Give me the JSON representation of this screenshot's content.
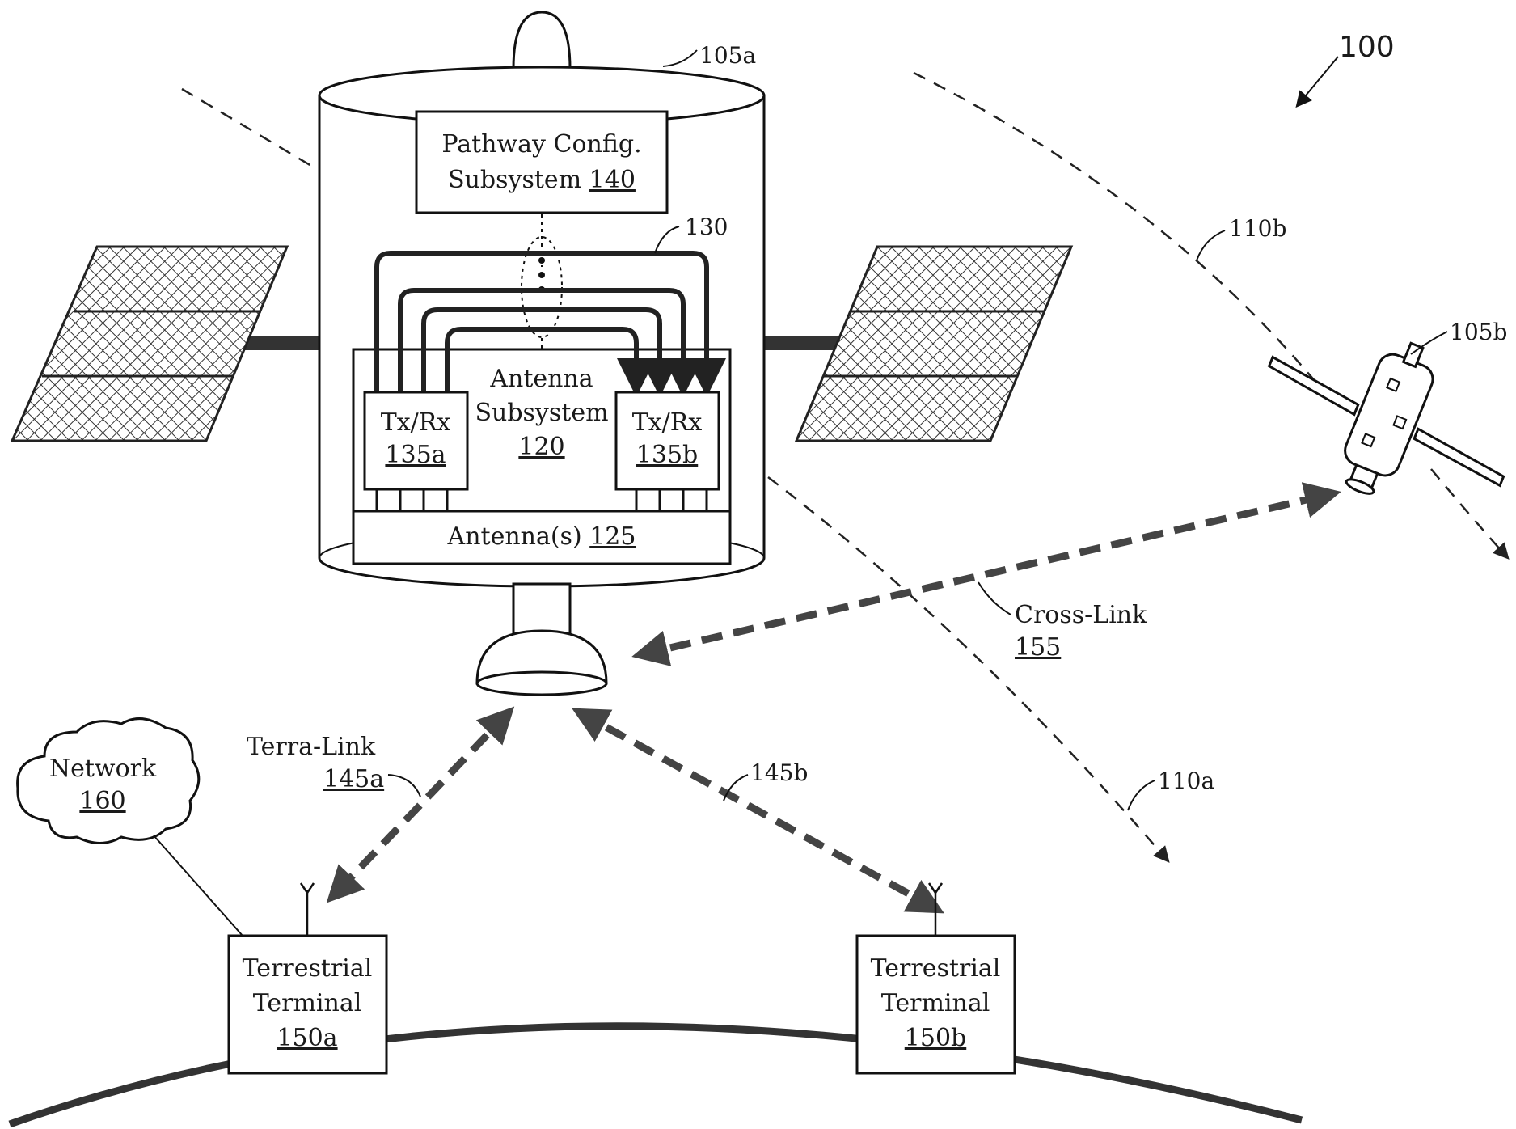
{
  "figure_ref": "100",
  "satellite_a": {
    "ref": "105a",
    "pathway_config": {
      "line1": "Pathway Config.",
      "line2_text": "Subsystem ",
      "line2_ref": "140"
    },
    "bus_ref": "130",
    "antenna_subsystem": {
      "line1": "Antenna",
      "line2": "Subsystem",
      "ref": "120"
    },
    "txrx_a": {
      "label": "Tx/Rx",
      "ref": "135a"
    },
    "txrx_b": {
      "label": "Tx/Rx",
      "ref": "135b"
    },
    "antennas": {
      "text": "Antenna(s) ",
      "ref": "125"
    }
  },
  "satellite_b": {
    "ref": "105b"
  },
  "orbits": {
    "orbit_a": "110a",
    "orbit_b": "110b"
  },
  "cross_link": {
    "label": "Cross-Link",
    "ref": "155"
  },
  "terra_link_a": {
    "label": "Terra-Link",
    "ref": "145a"
  },
  "terra_link_b": {
    "ref": "145b"
  },
  "network": {
    "label": "Network",
    "ref": "160"
  },
  "terminal_a": {
    "line1": "Terrestrial",
    "line2": "Terminal",
    "ref": "150a"
  },
  "terminal_b": {
    "line1": "Terrestrial",
    "line2": "Terminal",
    "ref": "150b"
  },
  "colors": {
    "ink": "#111111",
    "dash_link": "#444444",
    "paper": "#ffffff"
  }
}
